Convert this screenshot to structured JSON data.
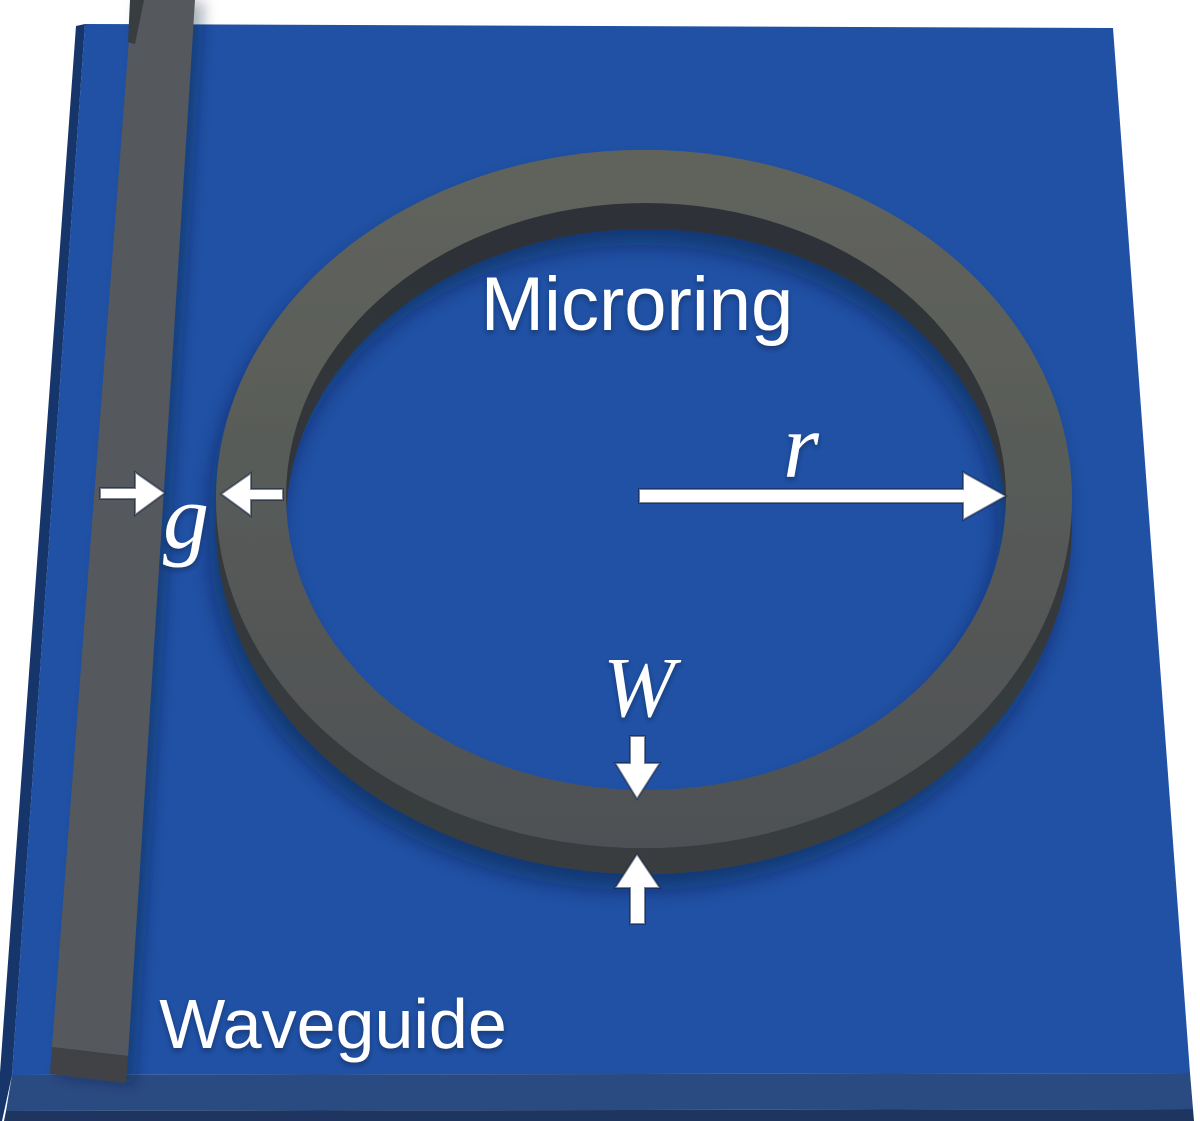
{
  "figure": {
    "kind": "microring-resonator-schematic",
    "labels": {
      "microring": "Microring",
      "waveguide": "Waveguide",
      "gap": "g",
      "radius": "r",
      "ring_width": "W"
    },
    "annotations": {
      "gap_arrows": "pair of horizontal arrows marking coupling gap g between waveguide and ring",
      "radius_arrow": "horizontal arrow from ring center to inner edge marking radius r",
      "width_arrows": "vertical arrows marking ring waveguide width W"
    },
    "colors": {
      "background": "#ffffff",
      "annotation_text": "#ffffff",
      "substrate_top": "#2051a5",
      "substrate_left_side": "#16356b",
      "substrate_front": "#2a4a82",
      "substrate_bottom_edge": "#1e3560",
      "ring_top_light": "#61645c",
      "ring_top_dark": "#4d5054",
      "ring_side_dark": "#2d3237",
      "ring_side_light": "#3b3e40",
      "waveguide_top": "#55585b",
      "waveguide_end_face": "#3f4245",
      "waveguide_side_sliver": "#383c40"
    }
  }
}
